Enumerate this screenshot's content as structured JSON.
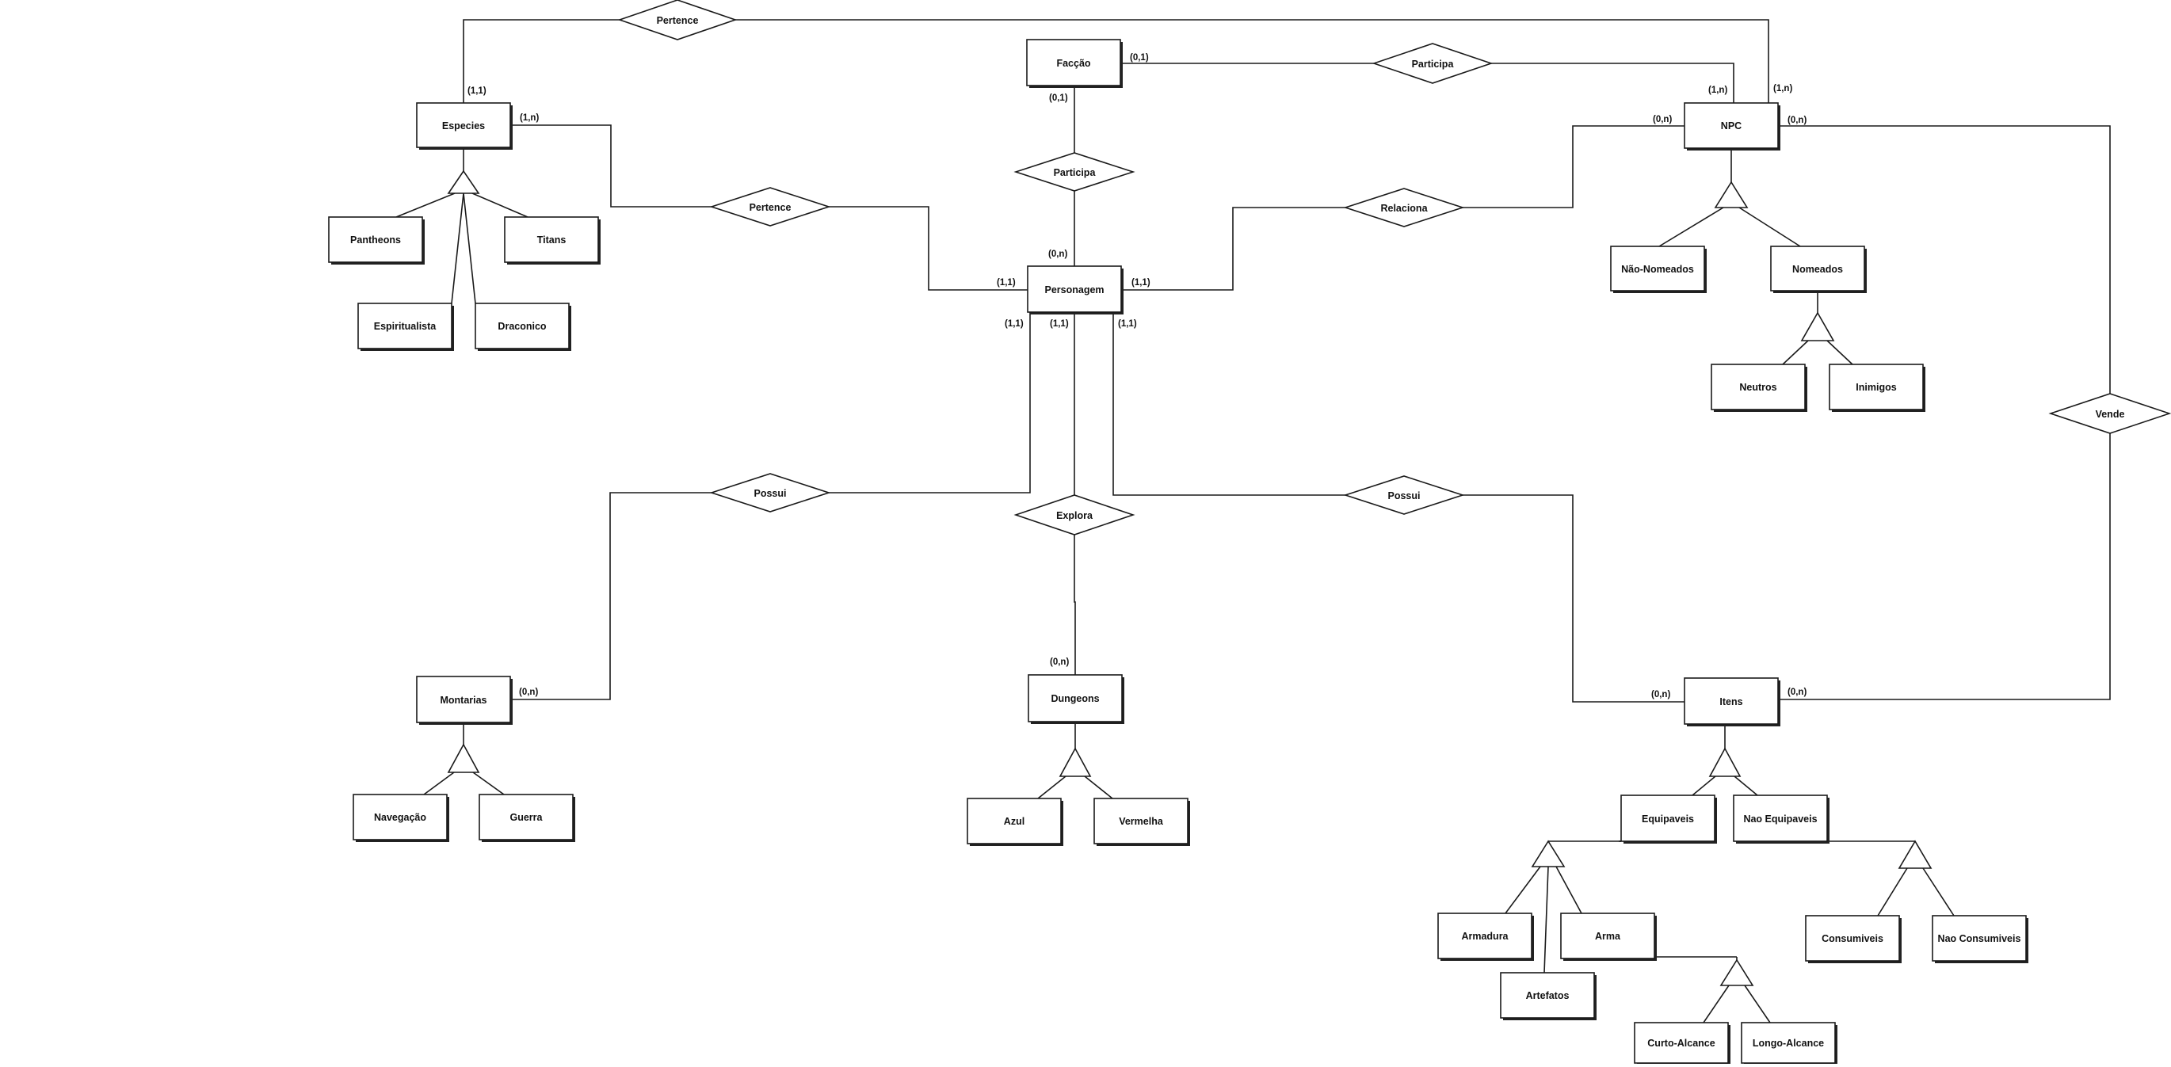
{
  "entities": {
    "faccao": "Facção",
    "especies": "Especies",
    "pantheons": "Pantheons",
    "titans": "Titans",
    "espiritualista": "Espiritualista",
    "draconico": "Draconico",
    "personagem": "Personagem",
    "npc": "NPC",
    "nao_nomeados": "Não-Nomeados",
    "nomeados": "Nomeados",
    "neutros": "Neutros",
    "inimigos": "Inimigos",
    "montarias": "Montarias",
    "navegacao": "Navegação",
    "guerra": "Guerra",
    "dungeons": "Dungeons",
    "azul": "Azul",
    "vermelha": "Vermelha",
    "itens": "Itens",
    "equipaveis": "Equipaveis",
    "nao_equipaveis": "Nao Equipaveis",
    "armadura": "Armadura",
    "arma": "Arma",
    "artefatos": "Artefatos",
    "curto_alcance": "Curto-Alcance",
    "longo_alcance": "Longo-Alcance",
    "consumiveis": "Consumiveis",
    "nao_consumiveis": "Nao Consumiveis"
  },
  "relationships": {
    "pertence_npc_especies": "Pertence",
    "participa_faccao_npc": "Participa",
    "participa_faccao_personagem": "Participa",
    "pertence_especies_personagem": "Pertence",
    "relaciona": "Relaciona",
    "possui_montarias": "Possui",
    "explora": "Explora",
    "possui_itens": "Possui",
    "vende": "Vende"
  },
  "cardinalities": {
    "especies_pertence_top": "(1,1)",
    "especies_pertence_right": "(1,n)",
    "faccao_npc": "(0,1)",
    "faccao_personagem": "(0,1)",
    "npc_faccao": "(1,n)",
    "npc_especies": "(1,n)",
    "npc_relaciona": "(0,n)",
    "npc_vende": "(0,n)",
    "personagem_faccao": "(0,n)",
    "personagem_especies": "(1,1)",
    "personagem_relaciona": "(1,1)",
    "personagem_montarias": "(1,1)",
    "personagem_dungeons": "(1,1)",
    "personagem_itens": "(1,1)",
    "montarias": "(0,n)",
    "dungeons": "(0,n)",
    "itens_possui": "(0,n)",
    "itens_vende": "(0,n)"
  }
}
